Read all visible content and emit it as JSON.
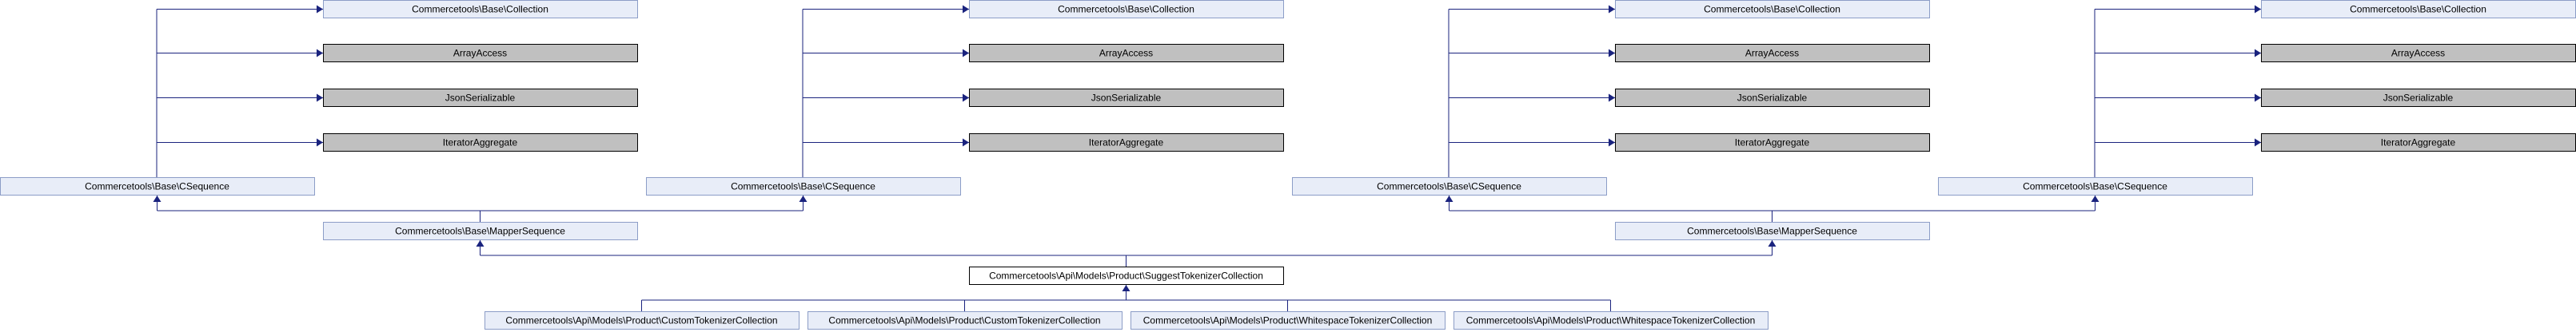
{
  "diagram": {
    "nodes": [
      {
        "id": "col1",
        "label": "Commercetools\\Base\\Collection",
        "style": "blue"
      },
      {
        "id": "arr1",
        "label": "ArrayAccess",
        "style": "gray"
      },
      {
        "id": "json1",
        "label": "JsonSerializable",
        "style": "gray"
      },
      {
        "id": "iter1",
        "label": "IteratorAggregate",
        "style": "gray"
      },
      {
        "id": "col2",
        "label": "Commercetools\\Base\\Collection",
        "style": "blue"
      },
      {
        "id": "arr2",
        "label": "ArrayAccess",
        "style": "gray"
      },
      {
        "id": "json2",
        "label": "JsonSerializable",
        "style": "gray"
      },
      {
        "id": "iter2",
        "label": "IteratorAggregate",
        "style": "gray"
      },
      {
        "id": "col3",
        "label": "Commercetools\\Base\\Collection",
        "style": "blue"
      },
      {
        "id": "arr3",
        "label": "ArrayAccess",
        "style": "gray"
      },
      {
        "id": "json3",
        "label": "JsonSerializable",
        "style": "gray"
      },
      {
        "id": "iter3",
        "label": "IteratorAggregate",
        "style": "gray"
      },
      {
        "id": "col4",
        "label": "Commercetools\\Base\\Collection",
        "style": "blue"
      },
      {
        "id": "arr4",
        "label": "ArrayAccess",
        "style": "gray"
      },
      {
        "id": "json4",
        "label": "JsonSerializable",
        "style": "gray"
      },
      {
        "id": "iter4",
        "label": "IteratorAggregate",
        "style": "gray"
      },
      {
        "id": "cseq1",
        "label": "Commercetools\\Base\\CSequence",
        "style": "blue"
      },
      {
        "id": "cseq2",
        "label": "Commercetools\\Base\\CSequence",
        "style": "blue"
      },
      {
        "id": "cseq3",
        "label": "Commercetools\\Base\\CSequence",
        "style": "blue"
      },
      {
        "id": "cseq4",
        "label": "Commercetools\\Base\\CSequence",
        "style": "blue"
      },
      {
        "id": "mseq1",
        "label": "Commercetools\\Base\\MapperSequence",
        "style": "blue"
      },
      {
        "id": "mseq2",
        "label": "Commercetools\\Base\\MapperSequence",
        "style": "blue"
      },
      {
        "id": "main",
        "label": "Commercetools\\Api\\Models\\Product\\SuggestTokenizerCollection",
        "style": "white"
      },
      {
        "id": "ctc1",
        "label": "Commercetools\\Api\\Models\\Product\\CustomTokenizerCollection",
        "style": "blue"
      },
      {
        "id": "ctc2",
        "label": "Commercetools\\Api\\Models\\Product\\CustomTokenizerCollection",
        "style": "blue"
      },
      {
        "id": "wtc1",
        "label": "Commercetools\\Api\\Models\\Product\\WhitespaceTokenizerCollection",
        "style": "blue"
      },
      {
        "id": "wtc2",
        "label": "Commercetools\\Api\\Models\\Product\\WhitespaceTokenizerCollection",
        "style": "blue"
      }
    ]
  }
}
